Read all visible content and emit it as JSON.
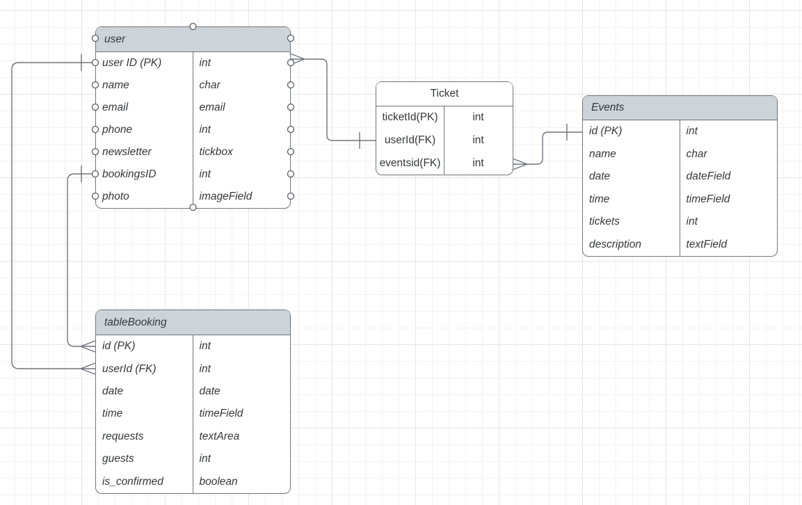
{
  "diagram": {
    "entities": [
      {
        "name": "user",
        "rows": [
          {
            "field": "user ID (PK)",
            "type": "int"
          },
          {
            "field": "name",
            "type": "char"
          },
          {
            "field": "email",
            "type": "email"
          },
          {
            "field": "phone",
            "type": "int"
          },
          {
            "field": "newsletter",
            "type": "tickbox"
          },
          {
            "field": "bookingsID",
            "type": "int"
          },
          {
            "field": "photo",
            "type": "imageField"
          }
        ]
      },
      {
        "name": "Ticket",
        "rows": [
          {
            "field": "ticketId(PK)",
            "type": "int"
          },
          {
            "field": "userId(FK)",
            "type": "int"
          },
          {
            "field": "eventsid(FK)",
            "type": "int"
          }
        ]
      },
      {
        "name": "Events",
        "rows": [
          {
            "field": "id (PK)",
            "type": "int"
          },
          {
            "field": "name",
            "type": "char"
          },
          {
            "field": "date",
            "type": "dateField"
          },
          {
            "field": "time",
            "type": "timeField"
          },
          {
            "field": "tickets",
            "type": "int"
          },
          {
            "field": "description",
            "type": "textField"
          }
        ]
      },
      {
        "name": "tableBooking",
        "rows": [
          {
            "field": "id (PK)",
            "type": "int"
          },
          {
            "field": "userId (FK)",
            "type": "int"
          },
          {
            "field": "date",
            "type": "date"
          },
          {
            "field": "time",
            "type": "timeField"
          },
          {
            "field": "requests",
            "type": "textArea"
          },
          {
            "field": "guests",
            "type": "int"
          },
          {
            "field": "is_confirmed",
            "type": "boolean"
          }
        ]
      }
    ],
    "relationships": [
      {
        "from": "user.user ID (PK)",
        "to": "Ticket.userId(FK)",
        "from_end": "many",
        "to_end": "one"
      },
      {
        "from": "Ticket.eventsid(FK)",
        "to": "Events.id (PK)",
        "from_end": "many",
        "to_end": "one"
      },
      {
        "from": "user.bookingsID",
        "to": "tableBooking.id (PK)",
        "from_end": "one",
        "to_end": "many"
      },
      {
        "from": "user.user ID (PK)",
        "to": "tableBooking.userId (FK)",
        "from_end": "one",
        "to_end": "many"
      }
    ],
    "colors": {
      "header_fill": "#ccd3d9",
      "border": "#6e747b",
      "edge": "#6e747b",
      "text": "#33373b",
      "background": "#ffffff",
      "grid_minor": "#f1f2f3",
      "grid_major": "#e3e5e7"
    }
  }
}
